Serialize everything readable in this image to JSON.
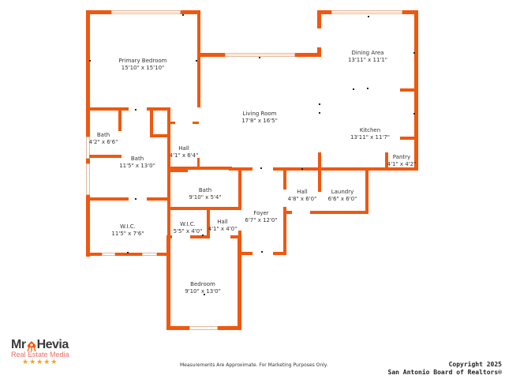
{
  "floorplan": {
    "wall_color": "#f0580f",
    "rooms": [
      {
        "name": "Primary Bedroom",
        "dims": "15'10\" x 15'10\""
      },
      {
        "name": "Living Room",
        "dims": "17'8\" x 16'5\""
      },
      {
        "name": "Dining Area",
        "dims": "13'11\" x 11'1\""
      },
      {
        "name": "Kitchen",
        "dims": "13'11\" x 11'7\""
      },
      {
        "name": "Pantry",
        "dims": "4'1\" x 4'2\""
      },
      {
        "name": "Bath",
        "dims": "4'2\" x 6'6\""
      },
      {
        "name": "Bath",
        "dims": "11'5\" x 13'0\""
      },
      {
        "name": "Hall",
        "dims": "4'1\" x 6'4\""
      },
      {
        "name": "Bath",
        "dims": "9'10\" x 5'4\""
      },
      {
        "name": "Hall",
        "dims": "4'8\" x 6'0\""
      },
      {
        "name": "Laundry",
        "dims": "6'6\" x 6'0\""
      },
      {
        "name": "Foyer",
        "dims": "6'7\" x 12'0\""
      },
      {
        "name": "W.I.C.",
        "dims": "5'5\" x 4'0\""
      },
      {
        "name": "Hall",
        "dims": "4'1\" x 4'0\""
      },
      {
        "name": "W.I.C.",
        "dims": "11'5\" x 7'6\""
      },
      {
        "name": "Bedroom",
        "dims": "9'10\" x 13'0\""
      }
    ]
  },
  "logo": {
    "brand_left": "Mr",
    "brand_right": "Hevia",
    "tagline": "Real Estate Media",
    "stars": "★★★★★",
    "brand_color": "#f0580f",
    "tagline_color": "#e76f6a",
    "star_color": "#f5a31a"
  },
  "footer": {
    "note": "Measurements Are Approximate. For Marketing Purposes Only.",
    "copyright_line1": "Copyright 2025",
    "copyright_line2": "San Antonio Board of Realtors®"
  }
}
